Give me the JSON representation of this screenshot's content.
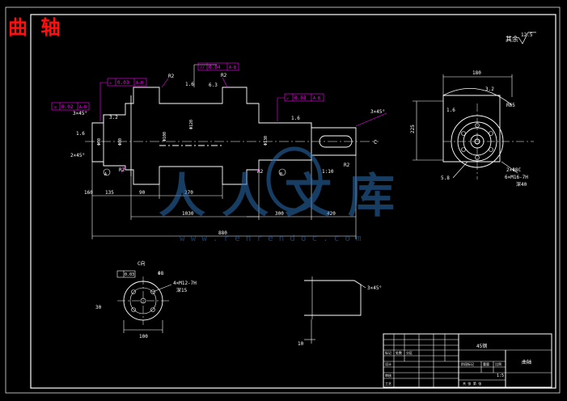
{
  "header": {
    "title": "曲 轴"
  },
  "roughness_note": {
    "label": "其余",
    "value": "12.5"
  },
  "tolerance_frames": [
    {
      "symbol": "◎",
      "value": "0.02",
      "datum": "A-B"
    },
    {
      "symbol": "↗",
      "value": "0.03",
      "datum": "A-B"
    },
    {
      "symbol": "//",
      "value": "0.04",
      "datum": "A-B"
    },
    {
      "symbol": "↗",
      "value": "0.03",
      "datum": "A-B"
    }
  ],
  "main_view": {
    "chamfers": [
      "2×45°",
      "3×45°",
      "3×45°"
    ],
    "radii": [
      "R2",
      "R2",
      "R2",
      "R2",
      "R2"
    ],
    "datums": [
      "A",
      "B"
    ],
    "diameters": [
      "Φ60",
      "Φ80",
      "Φ100",
      "Φ120",
      "Φ130"
    ],
    "dimensions": [
      "135",
      "90",
      "270",
      "1030",
      "300",
      "420",
      "160",
      "880",
      "1:10"
    ],
    "marks": [
      "1.6",
      "1.6",
      "1.6",
      "3.2",
      "6.3"
    ],
    "arrow_label": "C"
  },
  "side_view": {
    "top_dim": "180",
    "height_dim": "225",
    "radius": "R65",
    "notes": [
      "6×M16-7H",
      "深40",
      "2×Φ8C"
    ],
    "marks": [
      "5.8",
      "3.2",
      "1.6"
    ]
  },
  "section_view": {
    "label": "C向",
    "tolerance": "0.03",
    "dims": [
      "30",
      "Φ8",
      "100"
    ],
    "notes": [
      "4×M12-7H",
      "深15"
    ]
  },
  "detail_view": {
    "chamfer": "3×45°",
    "dim": "10"
  },
  "watermark": {
    "text": "人人文库",
    "url": "www.renrendoc.com"
  },
  "title_block": {
    "material": "45钢",
    "part_name": "曲轴",
    "scale": "1:5",
    "row_labels": [
      "标记",
      "设计",
      "审核",
      "工艺",
      "处数",
      "分区"
    ],
    "cols": [
      "阶段标记",
      "重量",
      "比例"
    ],
    "extra": "共 张 第 张"
  },
  "colors": {
    "background": "#000000",
    "line": "#ffffff",
    "tolerance": "#ff00ff",
    "header": "#ff1010",
    "watermark": "#2a6fb5"
  }
}
